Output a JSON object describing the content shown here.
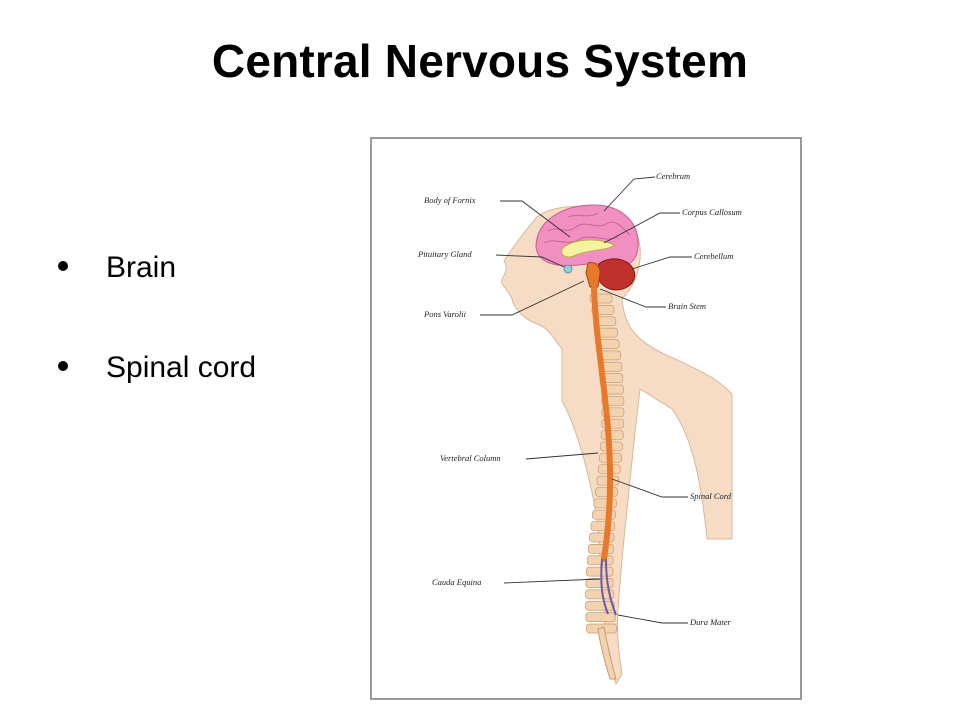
{
  "title": "Central Nervous System",
  "bullets": [
    "Brain",
    "Spinal cord"
  ],
  "diagram": {
    "labels": {
      "cerebrum": "Cerebrum",
      "body_of_fornix": "Body of Fornix",
      "corpus_callosum": "Corpus Callosum",
      "pituitary_gland": "Pituitary Gland",
      "cerebellum": "Cerebellum",
      "pons_varolii": "Pons Varolii",
      "brain_stem": "Brain Stem",
      "vertebral_column": "Vertebral Column",
      "spinal_cord": "Spinal Cord",
      "cauda_equina": "Cauda Equina",
      "dura_mater": "Dura Mater"
    },
    "colors": {
      "skin": "#f6dcc4",
      "cerebrum": "#f08fc0",
      "cerebellum": "#c0302c",
      "spinal_cord": "#e8792a",
      "vertebra": "#f3d2b0",
      "fornix": "#e4e86a"
    }
  }
}
